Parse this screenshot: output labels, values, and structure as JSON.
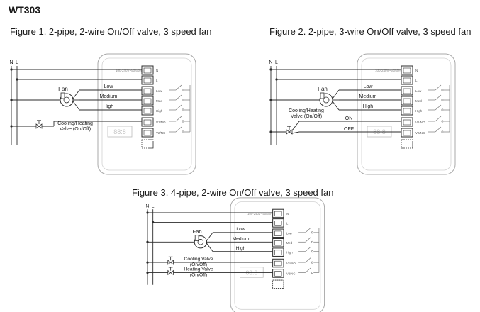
{
  "model": "WT303",
  "figures": [
    {
      "caption": "Figure 1. 2-pipe, 2-wire On/Off valve, 3 speed fan",
      "fan_label": "Fan",
      "speeds": [
        "Low",
        "Medium",
        "High"
      ],
      "valve_label_1": "Cooling/Heating",
      "valve_label_2": "Valve (On/Off)"
    },
    {
      "caption": "Figure 2. 2-pipe, 3-wire On/Off valve, 3 speed fan",
      "fan_label": "Fan",
      "speeds": [
        "Low",
        "Medium",
        "High"
      ],
      "valve_label_1": "Cooling/Heating",
      "valve_label_2": "Valve (On/Off)",
      "on_label": "ON",
      "off_label": "OFF"
    },
    {
      "caption": "Figure 3. 4-pipe, 2-wire On/Off valve, 3 speed fan",
      "fan_label": "Fan",
      "speeds": [
        "Low",
        "Medium",
        "High"
      ],
      "cooling_valve_1": "Cooling Valve",
      "cooling_valve_2": "(On/Off)",
      "heating_valve_1": "Heating Valve",
      "heating_valve_2": "(On/Off)"
    }
  ],
  "power": {
    "neutral": "N",
    "live": "L"
  },
  "terminals": [
    "N",
    "L",
    "Low",
    "Med",
    "High",
    "V1/NO",
    "V2/NC"
  ],
  "supply_label": "100-240V~50/60Hz",
  "display_digits": "88:8",
  "colors": {
    "wire": "#2b2b2b",
    "device": "#a8a8a8",
    "text": "#1a1a1a"
  }
}
